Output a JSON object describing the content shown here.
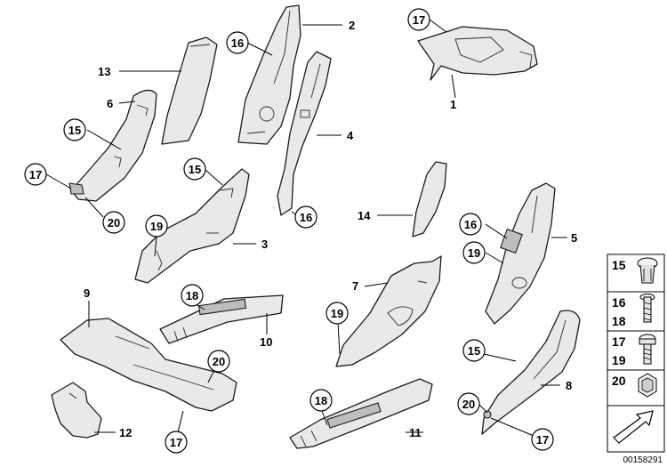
{
  "callouts": {
    "c17a": "17",
    "c2": "2",
    "c16a": "16",
    "c1": "1",
    "c13": "13",
    "c6": "6",
    "c15a": "15",
    "c4": "4",
    "c17b": "17",
    "c20a": "20",
    "c15b": "15",
    "c16b": "16",
    "c14": "14",
    "c16c": "16",
    "c5": "5",
    "c19a": "19",
    "c19b": "19",
    "c3": "3",
    "c7": "7",
    "c9": "9",
    "c18a": "18",
    "c10": "10",
    "c19c": "19",
    "c20b": "20",
    "c12": "12",
    "c17c": "17",
    "c15c": "15",
    "c8": "8",
    "c18b": "18",
    "c11": "11",
    "c20c": "20",
    "c17d": "17"
  },
  "legend": {
    "rows": [
      {
        "labels": [
          "15"
        ],
        "icon": "clip-icon"
      },
      {
        "labels": [
          "16",
          "18"
        ],
        "icon": "bolt-icon"
      },
      {
        "labels": [
          "17",
          "19"
        ],
        "icon": "screw-icon"
      },
      {
        "labels": [
          "20"
        ],
        "icon": "nut-icon"
      }
    ],
    "arrow_icon": "direction-arrow-icon"
  },
  "catalog_number": "00158291"
}
